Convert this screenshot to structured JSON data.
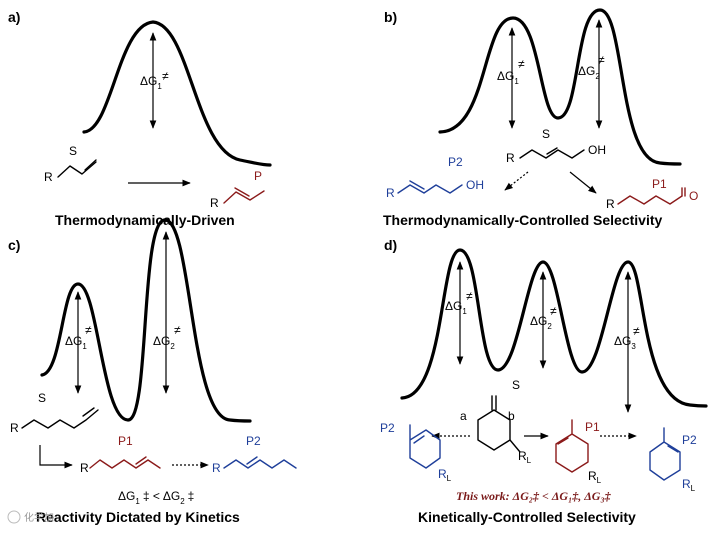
{
  "panels": {
    "a": {
      "label": "a)",
      "caption": "Thermodynamically-Driven",
      "barrier": "ΔG",
      "barrier_sub": "1",
      "start": "S",
      "r": "R",
      "product": "P"
    },
    "b": {
      "label": "b)",
      "caption": "Thermodynamically-Controlled Selectivity",
      "barrier1": "ΔG",
      "barrier1_sub": "1",
      "barrier2": "ΔG",
      "barrier2_sub": "2",
      "start": "S",
      "r": "R",
      "oh": "OH",
      "p2": "P2",
      "p2_r": "R",
      "p2_oh": "OH",
      "p1": "P1",
      "p1_r": "R",
      "p1_o": "O"
    },
    "c": {
      "label": "c)",
      "caption": "Reactivity Dictated by Kinetics",
      "barrier1": "ΔG",
      "barrier1_sub": "1",
      "barrier2": "ΔG",
      "barrier2_sub": "2",
      "start": "S",
      "r": "R",
      "p1": "P1",
      "p1_r": "R",
      "p2": "P2",
      "p2_r": "R",
      "inequality_a": "ΔG",
      "inequality_a_sub": "1",
      "inequality_op": "<",
      "inequality_b": "ΔG",
      "inequality_b_sub": "2"
    },
    "d": {
      "label": "d)",
      "caption": "Kinetically-Controlled Selectivity",
      "barrier1": "ΔG",
      "barrier1_sub": "1",
      "barrier2": "ΔG",
      "barrier2_sub": "2",
      "barrier3": "ΔG",
      "barrier3_sub": "3",
      "start": "S",
      "site_a": "a",
      "site_b": "b",
      "rl": "R",
      "rl_sub": "L",
      "p1": "P1",
      "p2_left": "P2",
      "p2_right": "P2",
      "note": "This work: ΔG₂‡ < ΔG₁‡, ΔG₃‡"
    }
  },
  "watermark": "化学加",
  "colors": {
    "product_red": "#8b1a1a",
    "product_blue": "#1f3f9a",
    "curve": "#000000"
  }
}
